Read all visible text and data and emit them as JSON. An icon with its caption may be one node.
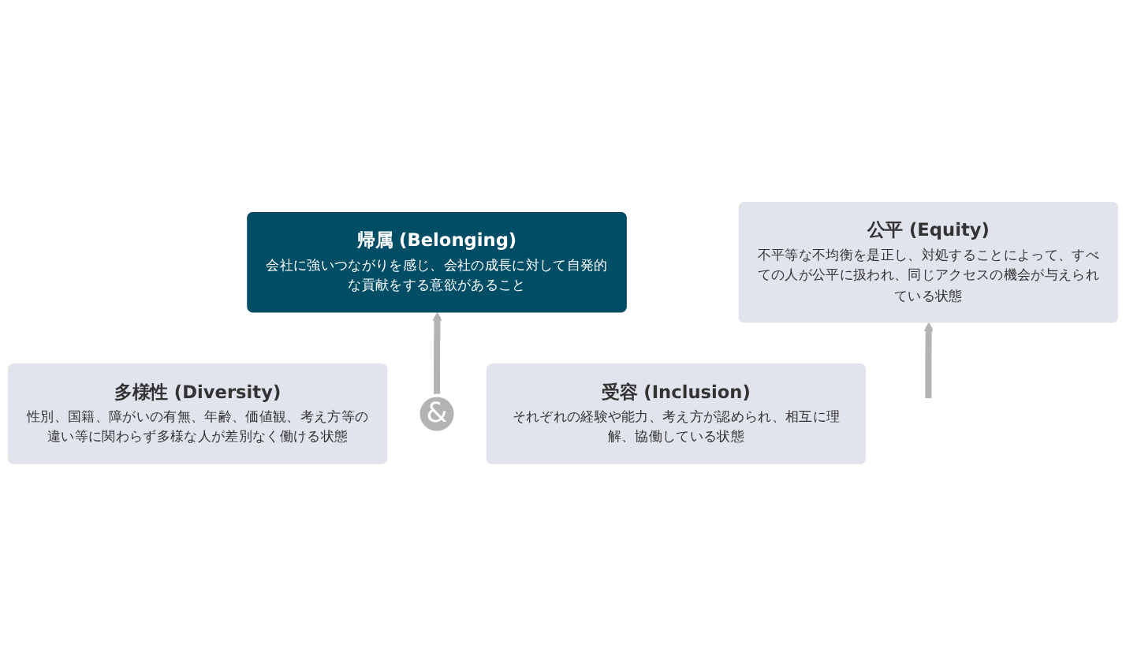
{
  "diagram": {
    "nodes": [
      {
        "text": [
          "帰属 (Belonging)",
          "会社に強いつながりを感じ、会社の成長に対して自発的な貢献をする意欲があること"
        ]
      },
      {
        "text": [
          "多様性 (Diversity)",
          "性別、国籍、障がいの有無、年齢、価値観、考え方等の違い等に関わらず多様な人が差別なく働ける状態"
        ]
      },
      {
        "text": [
          "&"
        ]
      },
      {
        "text": [
          "受容 (Inclusion)",
          "それぞれの経験や能力、考え方が認められ、相互に理解、協働している状態"
        ]
      },
      {
        "text": [
          "公平 (Equity)",
          "不平等な不均衡を是正し、対処することによって、すべての人が公平に扱われ、同じアクセスの機会が与えられている状態"
        ]
      }
    ],
    "edges": [
      {
        "from": 2,
        "to": 0,
        "arrow": "to"
      },
      {
        "from": null,
        "to": 4,
        "arrow": "to"
      }
    ]
  }
}
